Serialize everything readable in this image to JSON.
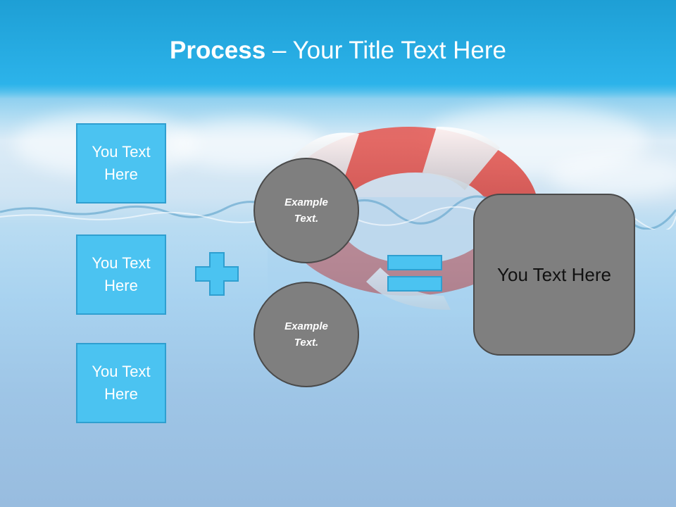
{
  "slide": {
    "title_bold": "Process",
    "title_rest": " – Your Title Text Here"
  },
  "left_boxes": [
    {
      "label": "You Text Here"
    },
    {
      "label": "You Text Here"
    },
    {
      "label": "You Text Here"
    }
  ],
  "circles": [
    {
      "label": "Example Text."
    },
    {
      "label": "Example Text."
    }
  ],
  "result": {
    "label": "You Text Here"
  },
  "icons": {
    "plus": "plus-icon",
    "equals": "equals-icon",
    "background": "life-ring-in-water-illustration"
  },
  "colors": {
    "title_band": "#2cb3ea",
    "box_fill": "#4bc3f1",
    "box_border": "#2f9fd0",
    "circle_fill": "#7f7f7f",
    "shape_border": "#4a4a4a",
    "ring_red": "#e0312f",
    "ring_white": "#f2f4f6"
  }
}
